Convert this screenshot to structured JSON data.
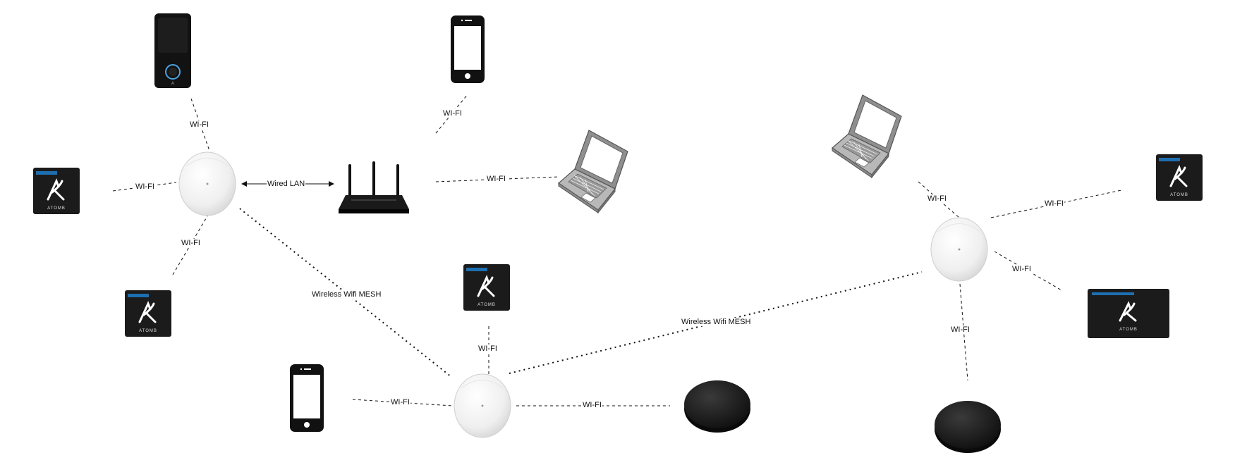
{
  "labels": {
    "wifi": "WI-FI",
    "wired_lan": "Wired LAN",
    "mesh": "Wireless Wifi MESH"
  },
  "devices": {
    "router_count": 1,
    "mesh_nodes": 3,
    "phones": 2,
    "laptops": 2,
    "atomb_panels": 5,
    "pucks": 2,
    "doorbells": 1
  },
  "colors": {
    "line": "#111111",
    "device_black": "#1b1b1b",
    "mesh_white": "#eeeeee",
    "atomb_accent": "#1e6fb0",
    "laptop_gray": "#8a8a8a"
  },
  "brand": {
    "atomb_text": "ATOMB"
  }
}
